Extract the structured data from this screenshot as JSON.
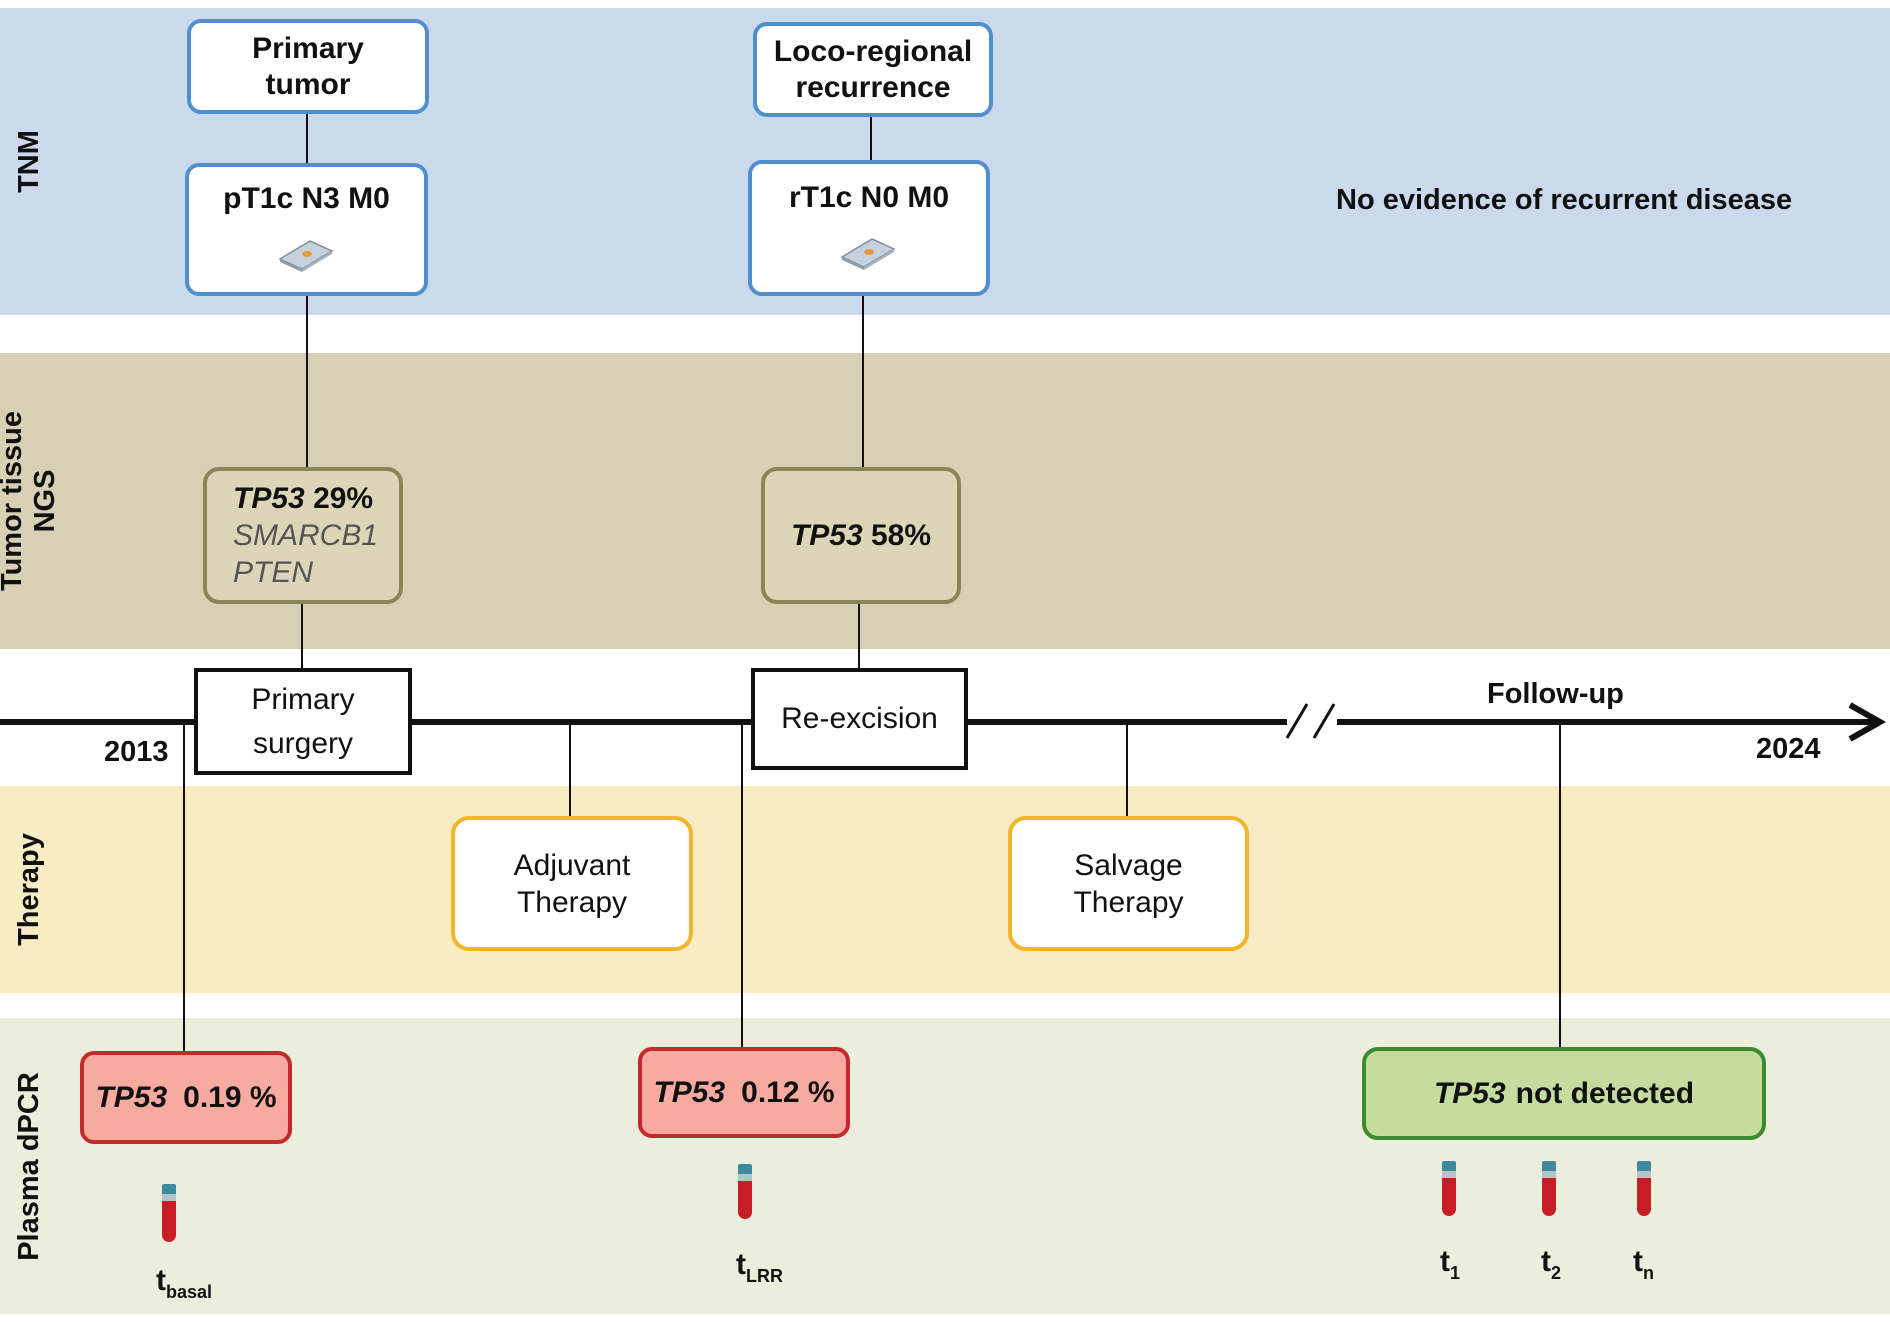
{
  "bands": {
    "tnm": "TNM",
    "ngs_line1": "Tumor tissue",
    "ngs_line2": "NGS",
    "therapy": "Therapy",
    "plasma": "Plasma dPCR"
  },
  "tnm": {
    "primary_line1": "Primary",
    "primary_line2": "tumor",
    "recurrence_line1": "Loco-regional",
    "recurrence_line2": "recurrence",
    "stage_primary": "pT1c N3 M0",
    "stage_recurrence": "rT1c N0 M0",
    "no_evidence": "No evidence of recurrent disease"
  },
  "ngs": {
    "primary_gene": "TP53",
    "primary_pct": "29%",
    "primary_gene2": "SMARCB1",
    "primary_gene3": "PTEN",
    "recurrence_gene": "TP53",
    "recurrence_pct": "58%"
  },
  "timeline": {
    "start_year": "2013",
    "end_year": "2024",
    "surgery_line1": "Primary",
    "surgery_line2": "surgery",
    "reexcision": "Re-excision",
    "followup": "Follow-up",
    "break_mark": "//"
  },
  "therapy": {
    "adjuvant_line1": "Adjuvant",
    "adjuvant_line2": "Therapy",
    "salvage_line1": "Salvage",
    "salvage_line2": "Therapy"
  },
  "plasma": {
    "basal_gene": "TP53",
    "basal_value": "0.19 %",
    "lrr_gene": "TP53",
    "lrr_value": "0.12 %",
    "nd_gene": "TP53",
    "nd_text": "not detected",
    "t_basal_main": "t",
    "t_basal_sub": "basal",
    "t_lrr_main": "t",
    "t_lrr_sub": "LRR",
    "t1_main": "t",
    "t1_sub": "1",
    "t2_main": "t",
    "t2_sub": "2",
    "tn_main": "t",
    "tn_sub": "n"
  },
  "colors": {
    "tnm_band": "#cad9ec",
    "ngs_band": "#d7d0b4",
    "therapy_band": "#f8edc2",
    "plasma_band": "#ebeedc",
    "positive_box": "#f7aba0",
    "negative_box": "#c4dc9e",
    "tube_blood": "#c71d25"
  },
  "icons": {
    "slide": "tissue-slide-icon",
    "tube": "blood-tube-icon"
  }
}
